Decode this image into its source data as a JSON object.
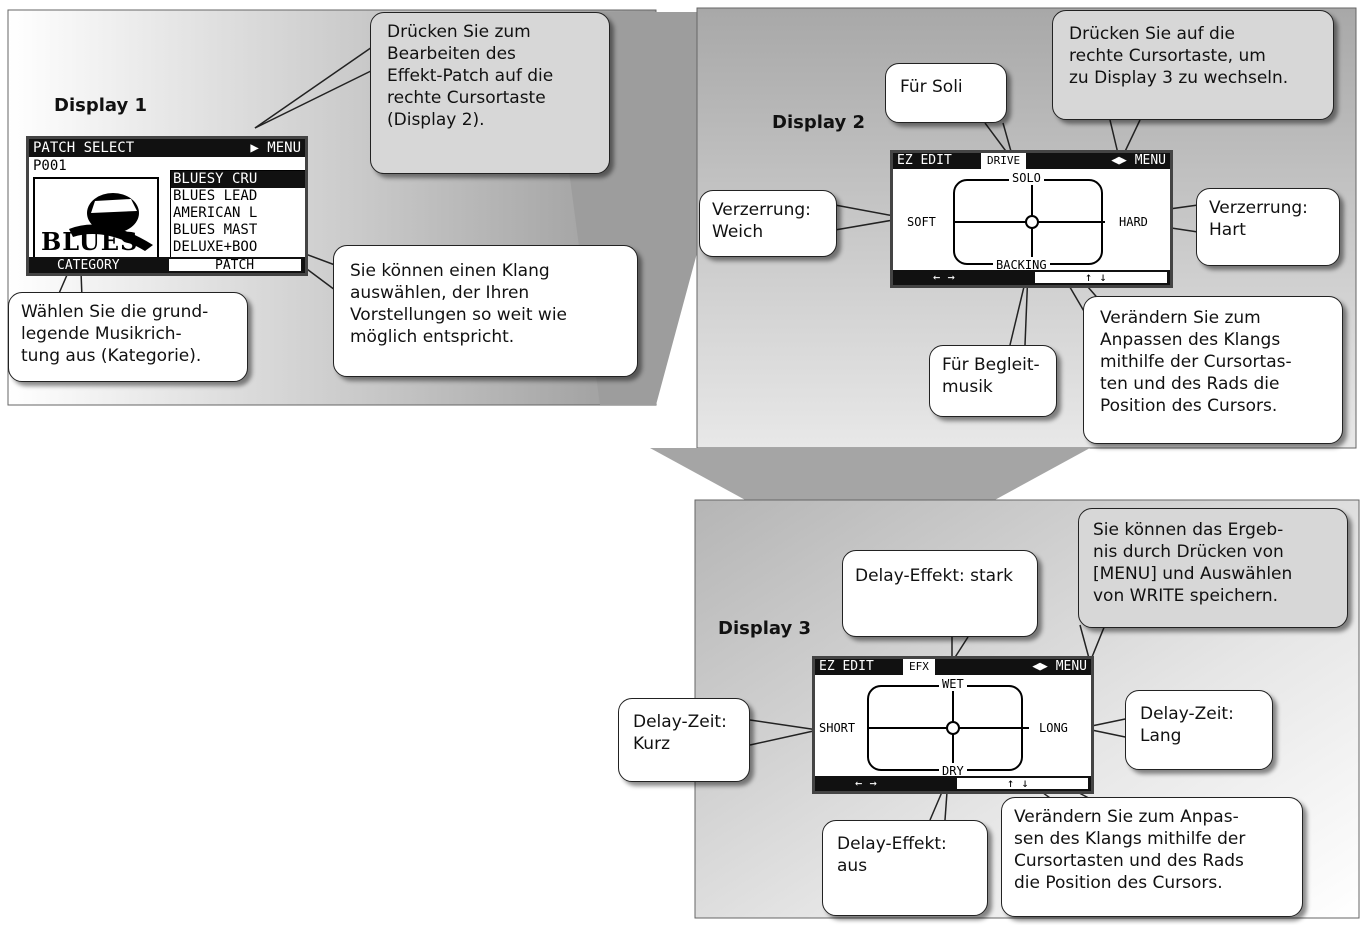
{
  "display1": {
    "heading": "Display 1",
    "lcd": {
      "title": "PATCH SELECT",
      "menu": "MENU",
      "patch_number": "P001",
      "category_image_label": "BLUES",
      "patches": [
        "BLUESY CRU",
        "BLUES LEAD",
        "AMERICAN L",
        "BLUES MAST",
        "DELUXE+BOO"
      ],
      "footer_left": "CATEGORY",
      "footer_right": "PATCH"
    },
    "callout_top": "Drücken Sie zum\nBearbeiten des\nEffekt-Patch auf die\nrechte Cursortaste\n(Display 2).",
    "callout_category": "Wählen Sie die grund-\nlegende Musikrich-\ntung aus (Kategorie).",
    "callout_patch": "Sie können einen Klang\nauswählen, der Ihren\nVorstellungen so weit wie\nmöglich entspricht."
  },
  "display2": {
    "heading": "Display 2",
    "lcd": {
      "title": "EZ EDIT",
      "mode": "DRIVE",
      "menu": "MENU",
      "top": "SOLO",
      "bottom": "BACKING",
      "left": "SOFT",
      "right": "HARD",
      "footer_left": "← →",
      "footer_right": "↑ ↓"
    },
    "callout_next": "Drücken Sie auf die\nrechte Cursortaste, um\nzu Display 3 zu wechseln.",
    "callout_solo": "Für Soli",
    "callout_soft": "Verzerrung:\nWeich",
    "callout_hard": "Verzerrung:\nHart",
    "callout_backing": "Für Begleit-\nmusik",
    "callout_cursor": "Verändern Sie zum\nAnpassen des Klangs\nmithilfe der Cursortas-\nten und des Rads die\nPosition des Cursors."
  },
  "display3": {
    "heading": "Display 3",
    "lcd": {
      "title": "EZ EDIT",
      "mode": "EFX",
      "menu": "MENU",
      "top": "WET",
      "bottom": "DRY",
      "left": "SHORT",
      "right": "LONG",
      "footer_left": "← →",
      "footer_right": "↑ ↓"
    },
    "callout_write": "Sie können das Ergeb-\nnis durch Drücken von\n[MENU] und Auswählen\nvon WRITE speichern.",
    "callout_wet": "Delay-Effekt: stark",
    "callout_short": "Delay-Zeit:\nKurz",
    "callout_long": "Delay-Zeit:\nLang",
    "callout_dry": "Delay-Effekt:\naus",
    "callout_cursor": "Verändern Sie zum Anpas-\nsen des Klangs mithilfe der\nCursortasten und des Rads\ndie Position des Cursors."
  }
}
